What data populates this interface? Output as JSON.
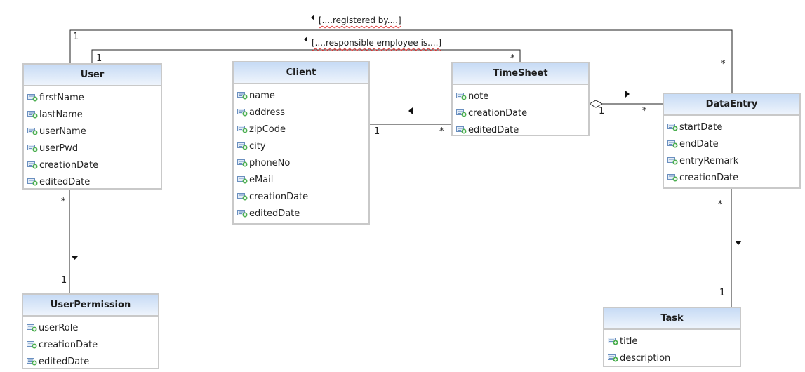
{
  "classes": {
    "user": {
      "name": "User",
      "attrs": [
        "firstName",
        "lastName",
        "userName",
        "userPwd",
        "creationDate",
        "editedDate"
      ]
    },
    "client": {
      "name": "Client",
      "attrs": [
        "name",
        "address",
        "zipCode",
        "city",
        "phoneNo",
        "eMail",
        "creationDate",
        "editedDate"
      ]
    },
    "timesheet": {
      "name": "TimeSheet",
      "attrs": [
        "note",
        "creationDate",
        "editedDate"
      ]
    },
    "dataentry": {
      "name": "DataEntry",
      "attrs": [
        "startDate",
        "endDate",
        "entryRemark",
        "creationDate"
      ]
    },
    "userpermission": {
      "name": "UserPermission",
      "attrs": [
        "userRole",
        "creationDate",
        "editedDate"
      ]
    },
    "task": {
      "name": "Task",
      "attrs": [
        "title",
        "description"
      ]
    }
  },
  "associations": {
    "registered_by": {
      "label": "[....registered by....]",
      "from_mult": "1",
      "to_mult": "*"
    },
    "responsible": {
      "label": "[....responsible employee is....]",
      "from_mult": "1",
      "to_mult": "*"
    },
    "client_timesheet": {
      "client_mult": "1",
      "timesheet_mult": "*"
    },
    "timesheet_dataentry": {
      "timesheet_mult": "1",
      "dataentry_mult": "*"
    },
    "user_permission": {
      "user_mult": "*",
      "permission_mult": "1"
    },
    "dataentry_task": {
      "dataentry_mult": "*",
      "task_mult": "1"
    }
  },
  "icons": {
    "attribute": "attribute-icon"
  },
  "colors": {
    "header_top": "#c7dbf5",
    "header_bottom": "#eef4fc",
    "border": "#c9c9c9",
    "line": "#222222"
  }
}
